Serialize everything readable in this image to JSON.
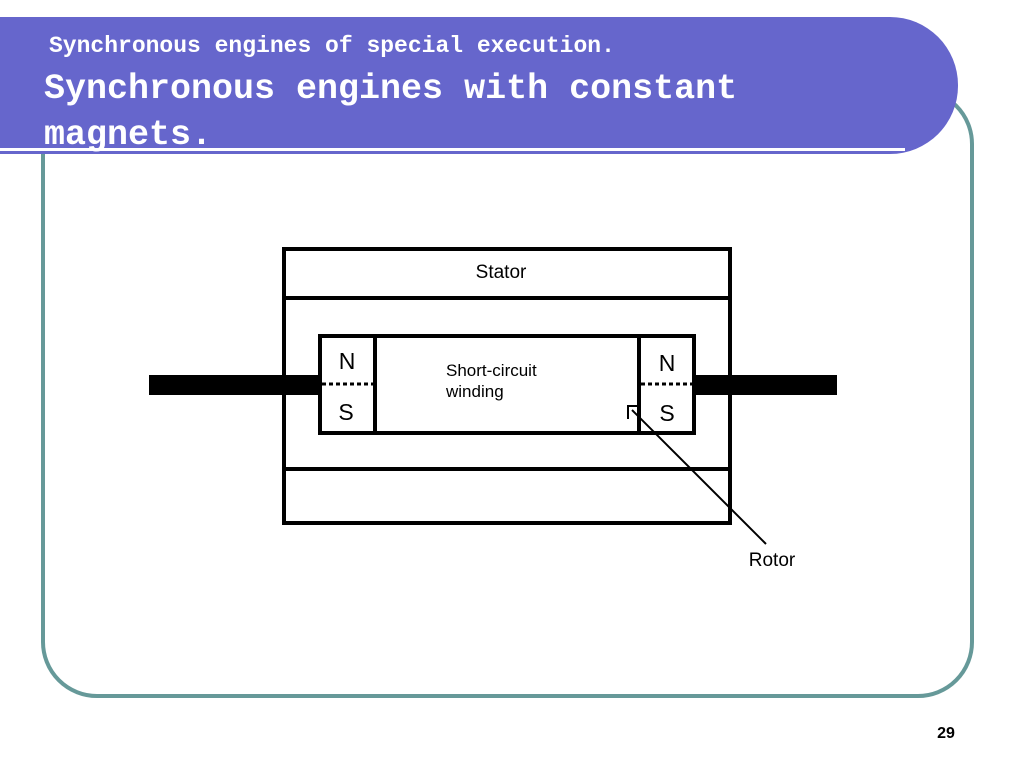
{
  "slide": {
    "subtitle": "Synchronous engines of special execution.",
    "title": "Synchronous engines with constant magnets.",
    "page_number": "29"
  },
  "diagram": {
    "stator_label": "Stator",
    "winding_label_line1": "Short-circuit",
    "winding_label_line2": "winding",
    "rotor_label": "Rotor",
    "left_magnet": {
      "north": "N",
      "south": "S"
    },
    "right_magnet": {
      "north": "N",
      "south": "S"
    }
  },
  "colors": {
    "title_banner": "#6666cc",
    "frame_border": "#669999",
    "title_text": "#ffffff",
    "diagram_stroke": "#000000"
  }
}
